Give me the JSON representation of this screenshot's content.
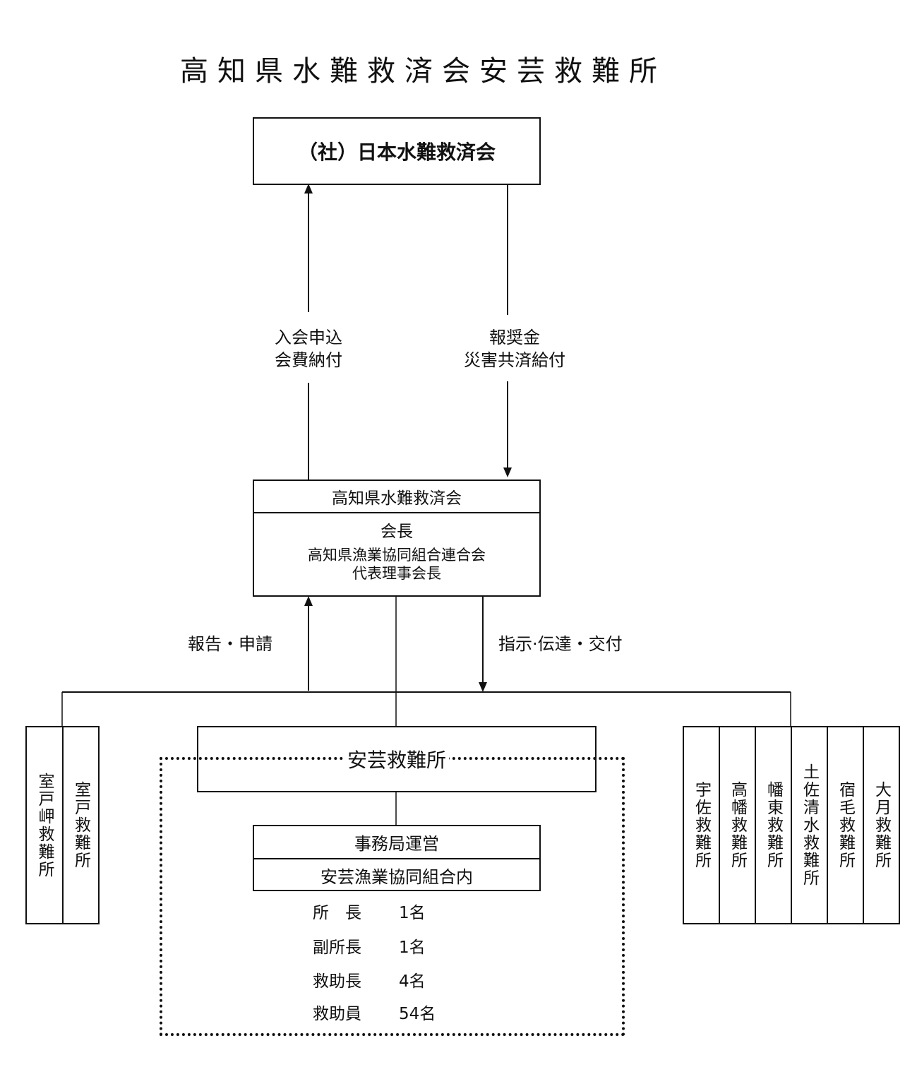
{
  "title": "高知県水難救済会安芸救難所",
  "national_org": {
    "name": "（社）日本水難救済会"
  },
  "flows_top": {
    "up_label": [
      "入会申込",
      "会費納付"
    ],
    "down_label": [
      "報奨金",
      "災害共済給付"
    ]
  },
  "prefectural_org": {
    "name": "高知県水難救済会",
    "role": "会長",
    "holder_line1": "高知県漁業協同組合連合会",
    "holder_line2": "代表理事会長"
  },
  "flows_middle": {
    "up_label": "報告・申請",
    "down_label": "指示·伝達・交付"
  },
  "left_stations": [
    "室戸岬救難所",
    "室戸救難所"
  ],
  "right_stations": [
    "宇佐救難所",
    "高幡救難所",
    "幡東救難所",
    "土佐清水救難所",
    "宿毛救難所",
    "大月救難所"
  ],
  "aki_station": {
    "name": "安芸救難所",
    "office_label": "事務局運営",
    "office_location": "安芸漁業協同組合内",
    "staff": [
      {
        "role": "所　長",
        "count": "1名"
      },
      {
        "role": "副所長",
        "count": "1名"
      },
      {
        "role": "救助長",
        "count": "4名"
      },
      {
        "role": "救助員",
        "count": "54名"
      }
    ]
  }
}
